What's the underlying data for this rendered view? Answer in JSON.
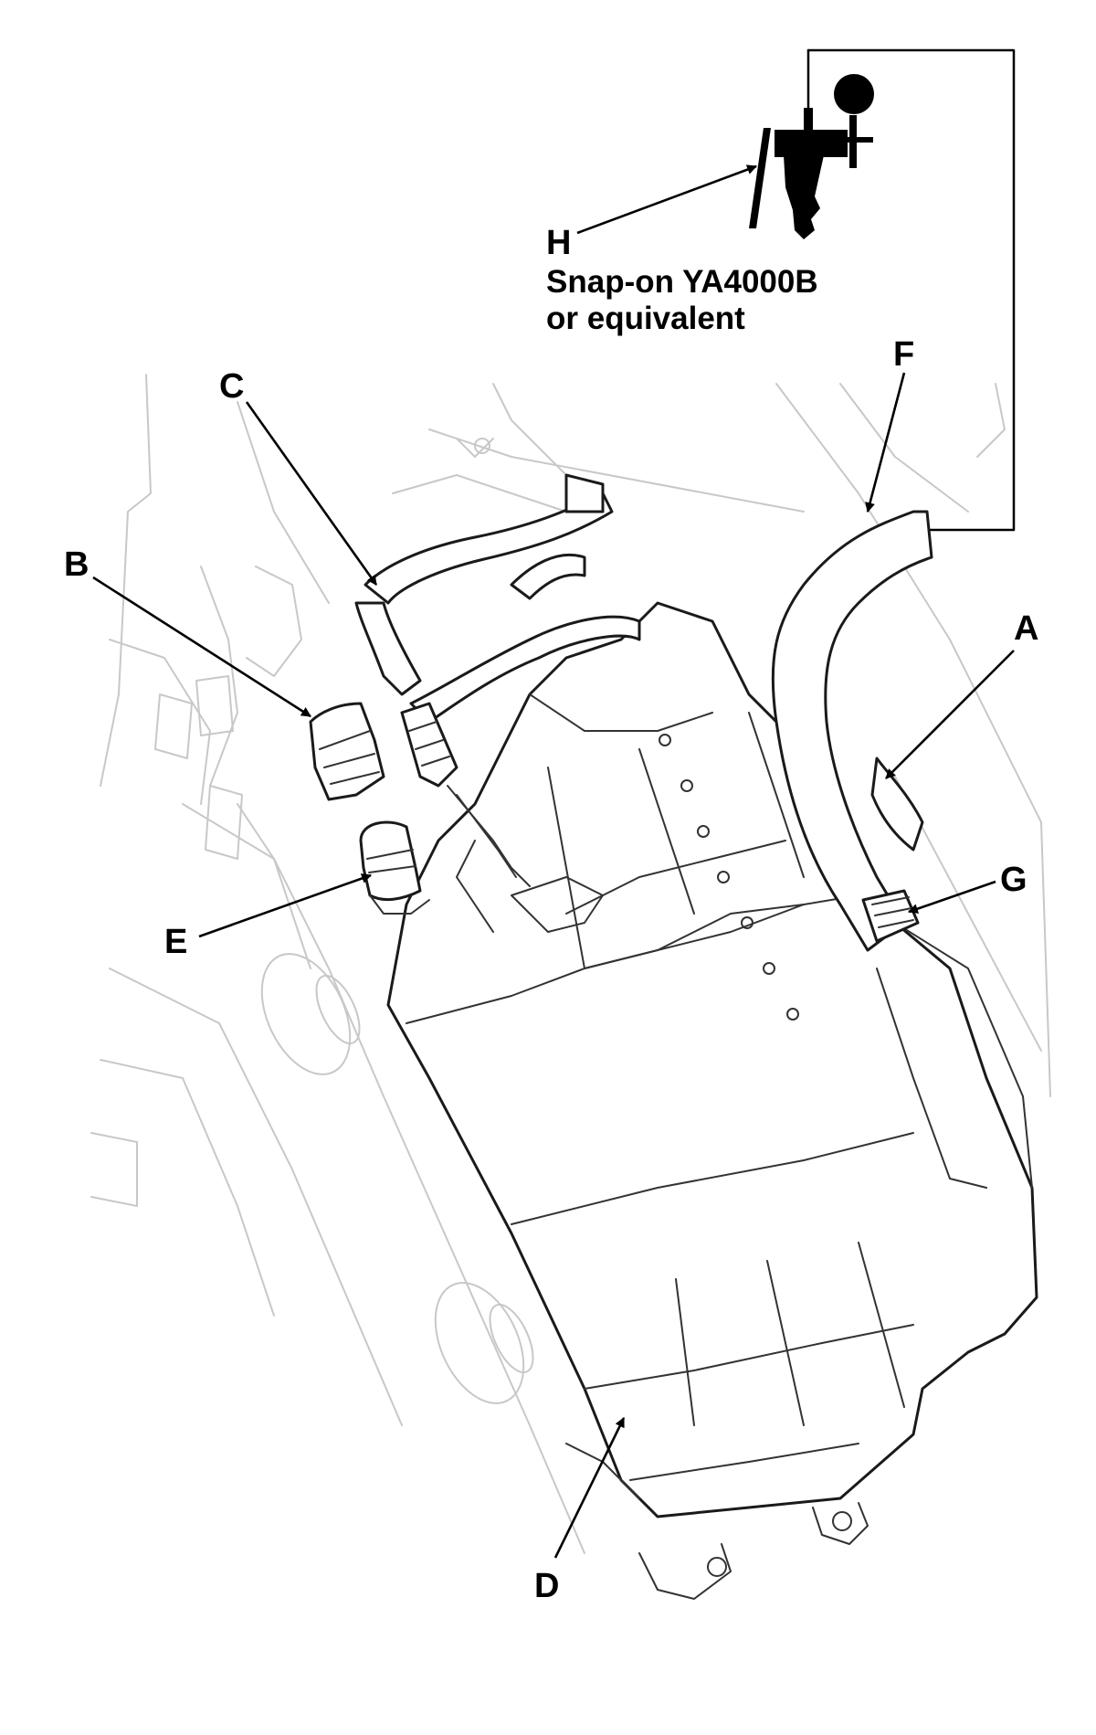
{
  "labels": {
    "a": "A",
    "b": "B",
    "c": "C",
    "d": "D",
    "e": "E",
    "f": "F",
    "g": "G",
    "h": "H"
  },
  "tool": {
    "line1": "Snap-on YA4000B",
    "line2": "or equivalent"
  },
  "colors": {
    "line": "#000000",
    "background_lines": "#c8c8c8"
  }
}
